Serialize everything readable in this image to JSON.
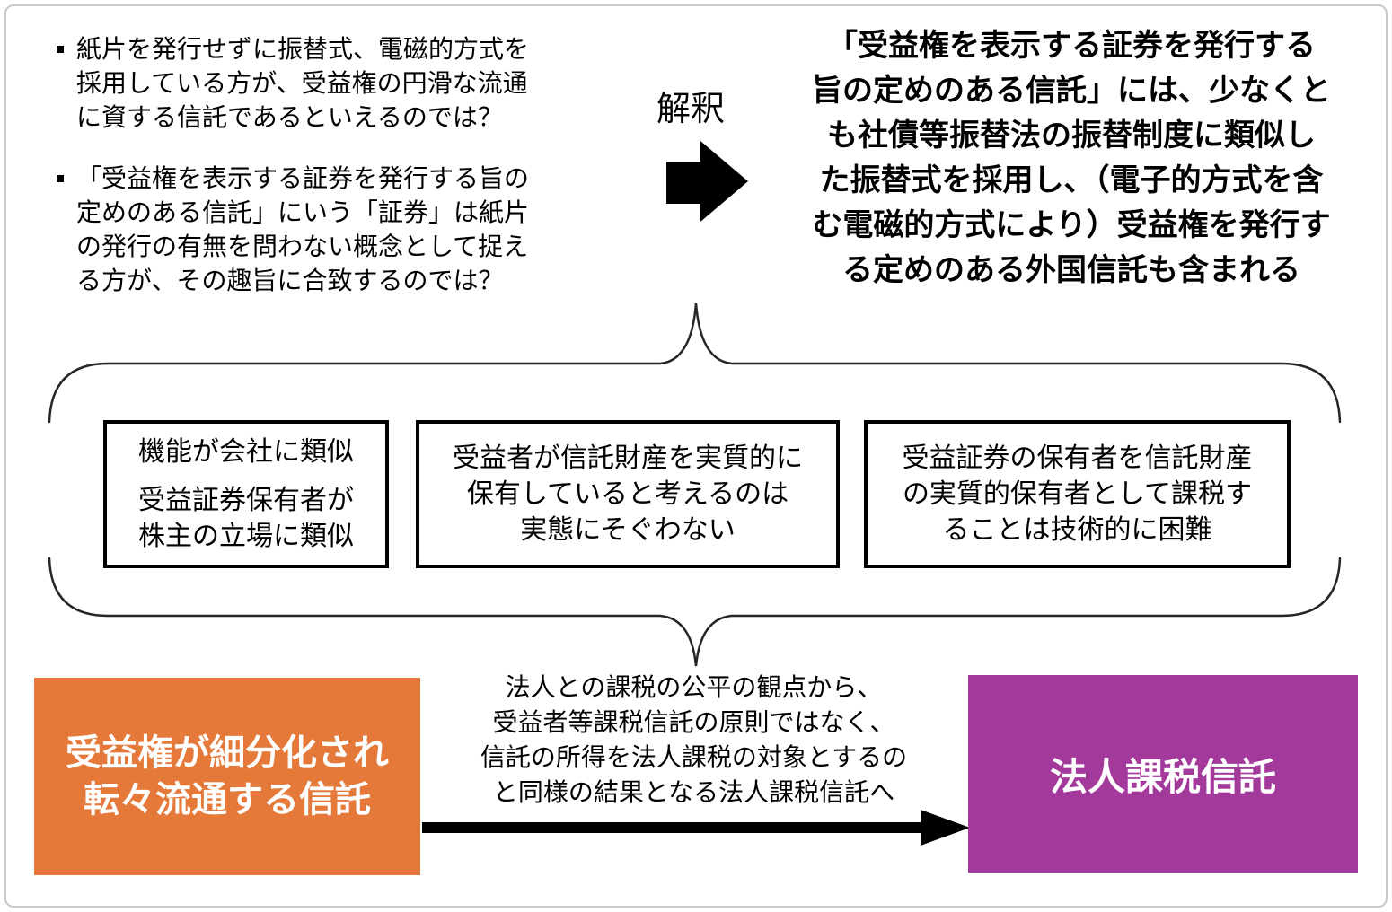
{
  "colors": {
    "ink": "#000000",
    "line": "#262626",
    "border": "#c9c9c9",
    "orange": "#e5793a",
    "purple": "#a4399c",
    "white": "#ffffff"
  },
  "considerations": {
    "bullets": [
      {
        "lines": [
          "紙片を発行せずに振替式、電磁的方式を",
          "採用している方が、受益権の円滑な流通",
          "に資する信託であるといえるのでは？"
        ]
      },
      {
        "lines": [
          "「受益権を表示する証券を発行する旨の",
          "定めのある信託」にいう「証券」は紙片",
          "の発行の有無を問わない概念として捉え",
          "る方が、その趣旨に合致するのでは？"
        ]
      }
    ]
  },
  "interpretation": {
    "label": "解釈"
  },
  "conclusion": {
    "lines": [
      "「受益権を表示する証券を発行する",
      "旨の定めのある信託」には、少なくと",
      "も社債等振替法の振替制度に類似し",
      "た振替式を採用し、（電子的方式を含",
      "む電磁的方式により）受益権を発行す",
      "る定めのある外国信託も含まれる"
    ]
  },
  "reasons": {
    "boxes": [
      {
        "paragraphs": [
          [
            "機能が会社に類似"
          ],
          [
            "受益証券保有者が",
            "株主の立場に類似"
          ]
        ]
      },
      {
        "paragraphs": [
          [
            "受益者が信託財産を実質的に",
            "保有していると考えるのは",
            "実態にそぐわない"
          ]
        ]
      },
      {
        "paragraphs": [
          [
            "受益証券の保有者を信託財産",
            "の実質的保有者として課税す",
            "ることは技術的に困難"
          ]
        ]
      }
    ]
  },
  "flow": {
    "source": {
      "lines": [
        "受益権が細分化され",
        "転々流通する信託"
      ]
    },
    "transition": {
      "lines": [
        "法人との課税の公平の観点から、",
        "受益者等課税信託の原則ではなく、",
        "信託の所得を法人課税の対象とするの",
        "と同様の結果となる法人課税信託へ"
      ]
    },
    "target": {
      "label": "法人課税信託"
    }
  }
}
